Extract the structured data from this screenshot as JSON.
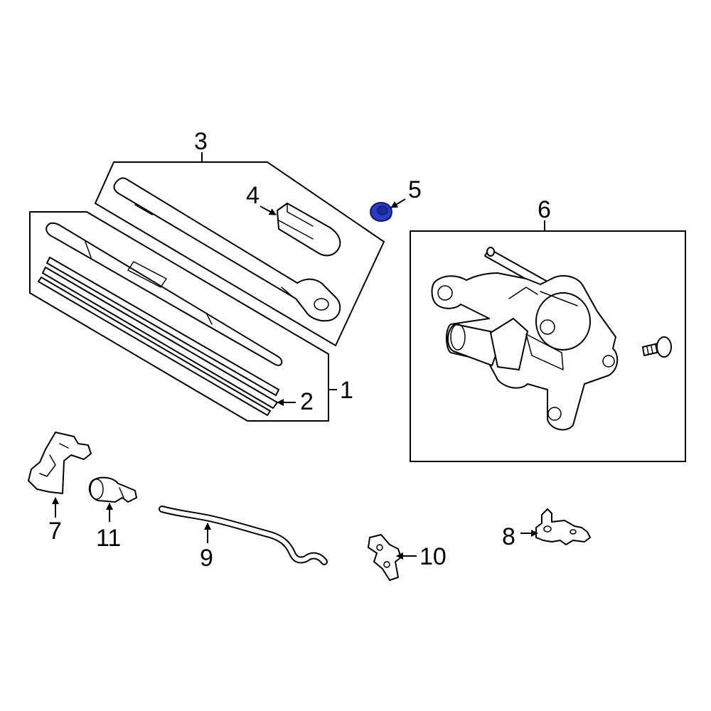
{
  "callouts": {
    "c1": "1",
    "c2": "2",
    "c3": "3",
    "c4": "4",
    "c5": "5",
    "c6": "6",
    "c7": "7",
    "c8": "8",
    "c9": "9",
    "c10": "10",
    "c11": "11"
  },
  "colors": {
    "highlight": "#2b3bbf",
    "line": "#000000"
  }
}
